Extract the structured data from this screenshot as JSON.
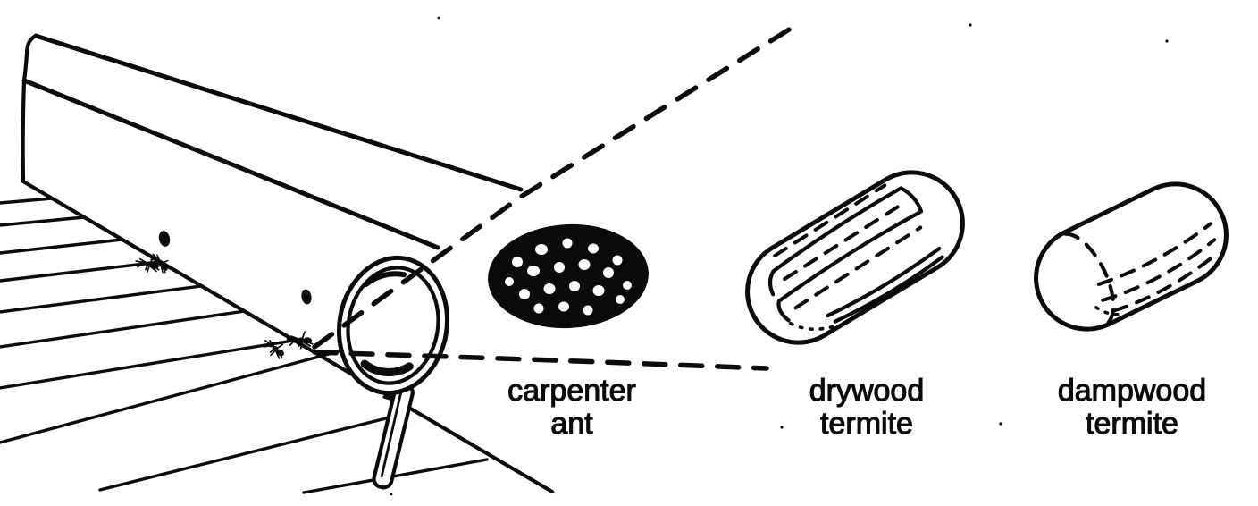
{
  "figure": {
    "paper_color": "#ffffff",
    "ink_color": "#0b0b0b",
    "labels": {
      "carpenter_ant": {
        "line1": "carpenter",
        "line2": "ant"
      },
      "drywood_termite": {
        "line1": "drywood",
        "line2": "termite"
      },
      "dampwood_termite": {
        "line1": "dampwood",
        "line2": "termite"
      }
    }
  }
}
